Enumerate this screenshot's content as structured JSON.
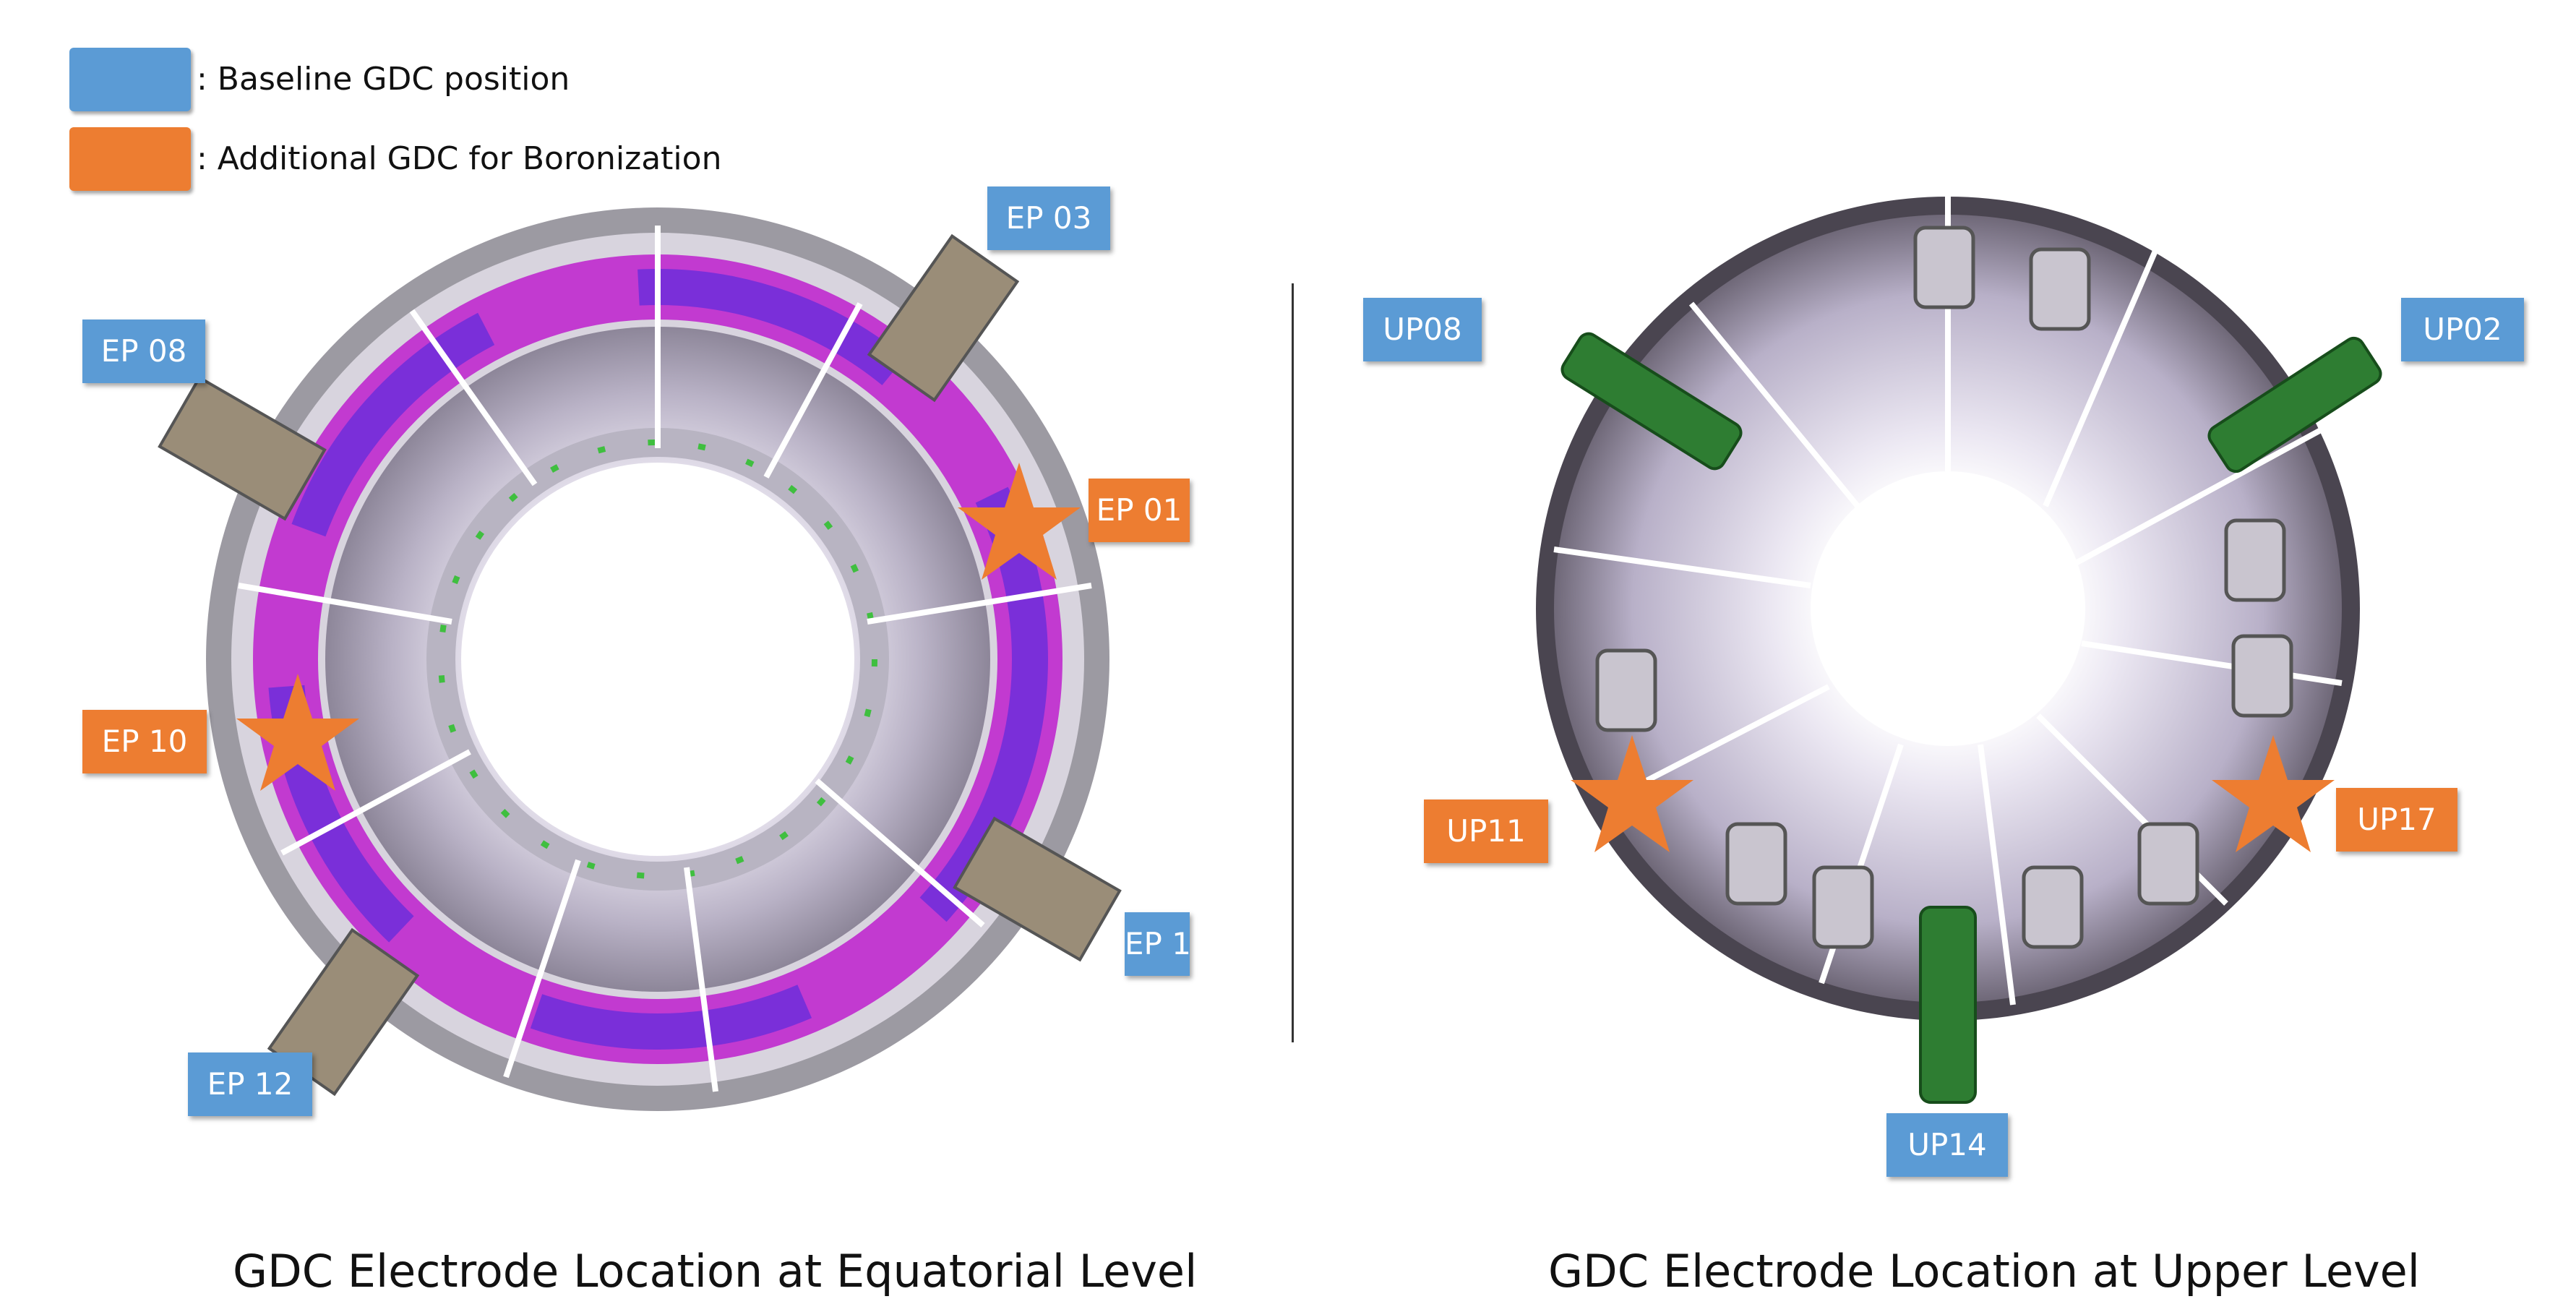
{
  "legend": [
    {
      "label": ": Baseline GDC position",
      "color": "#5b9bd5"
    },
    {
      "label": ": Additional GDC for Boronization",
      "color": "#ed7d31"
    }
  ],
  "equatorial": {
    "caption": "GDC Electrode Location at Equatorial Level",
    "ports": [
      {
        "label": "EP 03",
        "kind": "baseline"
      },
      {
        "label": "EP 08",
        "kind": "baseline"
      },
      {
        "label": "EP 01",
        "kind": "additional"
      },
      {
        "label": "EP 10",
        "kind": "additional"
      },
      {
        "label": "EP 1",
        "kind": "baseline"
      },
      {
        "label": "EP 12",
        "kind": "baseline"
      }
    ]
  },
  "upper": {
    "caption": "GDC Electrode Location at Upper Level",
    "ports": [
      {
        "label": "UP08",
        "kind": "baseline"
      },
      {
        "label": "UP02",
        "kind": "baseline"
      },
      {
        "label": "UP11",
        "kind": "additional"
      },
      {
        "label": "UP17",
        "kind": "additional"
      },
      {
        "label": "UP14",
        "kind": "baseline"
      }
    ]
  },
  "colors": {
    "baseline": "#5b9bd5",
    "additional": "#ed7d31",
    "electrode": "#2e7d32",
    "vessel": "#bdb6c8",
    "magenta": "#d63ad6",
    "purple": "#8a2be2"
  }
}
